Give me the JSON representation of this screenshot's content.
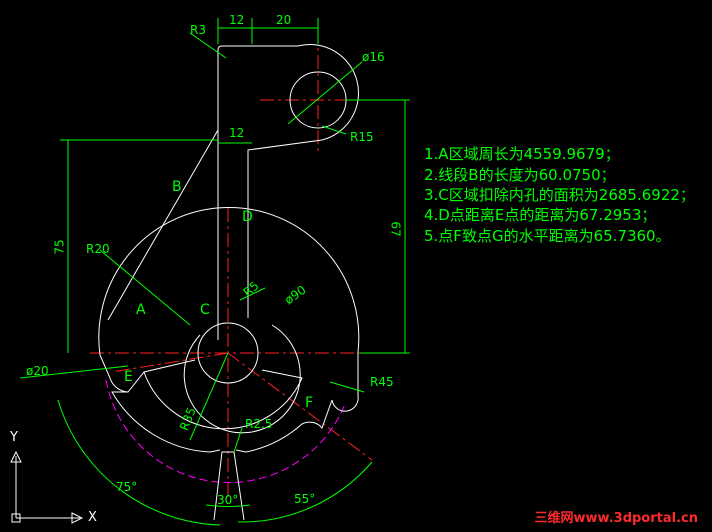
{
  "dims": {
    "top12": "12",
    "top20": "20",
    "r3": "R3",
    "d16": "ø16",
    "r15": "R15",
    "mid12": "12",
    "v75": "75",
    "v67": "67",
    "r20": "R20",
    "r5": "R5",
    "d90": "ø90",
    "d20": "ø20",
    "r45": "R45",
    "r35": "R35",
    "r25": "R2.5",
    "a75": "75°",
    "a30": "30°",
    "a55": "55°"
  },
  "labels": {
    "A": "A",
    "B": "B",
    "C": "C",
    "D": "D",
    "E": "E",
    "F": "F"
  },
  "notes": [
    "1.A区域周长为4559.9679；",
    "2.线段B的长度为60.0750；",
    "3.C区域扣除内孔的面积为2685.6922；",
    "4.D点距离E点的距离为67.2953；",
    "5.点F致点G的水平距离为65.7360。"
  ],
  "ucs": {
    "x": "X",
    "y": "Y"
  },
  "watermark": "三维网www.3dportal.cn",
  "colors": {
    "outline": "#ffffff",
    "dim": "#00ff00",
    "center": "#ff2222",
    "hidden": "#ff00ff"
  }
}
